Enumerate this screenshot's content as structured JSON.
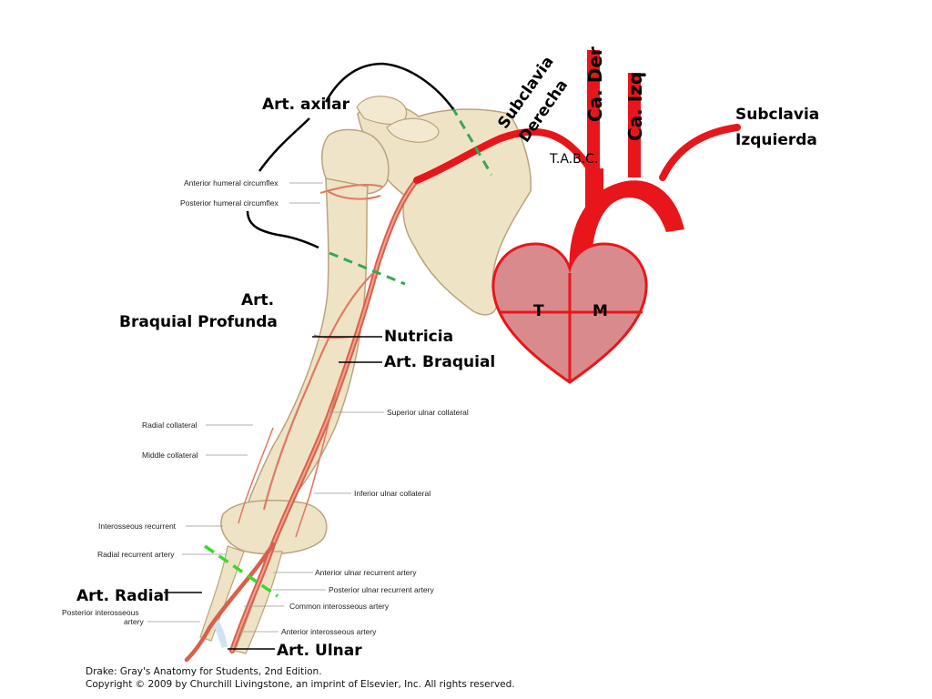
{
  "labels": {
    "art_axilar": "Art. axilar",
    "subclavia_derecha_1": "Subclavia",
    "subclavia_derecha_2": "Derecha",
    "ca_der": "Ca. Der",
    "ca_izq": "Ca. Izq",
    "subclavia_izquierda_1": "Subclavia",
    "subclavia_izquierda_2": "Izquierda",
    "tabc": "T.A.B.C.",
    "heart_t": "T",
    "heart_m": "M",
    "braquial_profunda_1": "Art.",
    "braquial_profunda_2": "Braquial Profunda",
    "nutricia": "Nutricia",
    "art_braquial": "Art. Braquial",
    "art_radial": "Art. Radial",
    "art_ulnar": "Art. Ulnar"
  },
  "small_labels": {
    "anterior_humeral_circumflex": "Anterior humeral circumflex",
    "posterior_humeral_circumflex": "Posterior humeral circumflex",
    "superior_ulnar_collateral": "Superior ulnar collateral",
    "radial_collateral": "Radial collateral",
    "middle_collateral": "Middle collateral",
    "inferior_ulnar_collateral": "Inferior ulnar collateral",
    "interosseous_recurrent": "Interosseous recurrent",
    "radial_recurrent_artery": "Radial recurrent artery",
    "anterior_ulnar_recurrent_artery": "Anterior ulnar recurrent artery",
    "posterior_ulnar_recurrent_artery": "Posterior ulnar recurrent artery",
    "common_interosseous_artery": "Common interosseous artery",
    "posterior_interosseous_artery_1": "Posterior interosseous",
    "posterior_interosseous_artery_2": "artery",
    "anterior_interosseous_artery": "Anterior interosseous artery"
  },
  "credit": {
    "line1": "Drake: Gray's Anatomy for Students, 2nd Edition.",
    "line2": "Copyright © 2009 by Churchill Livingstone, an imprint of Elsevier, Inc. All rights reserved."
  },
  "colors": {
    "artery": "#e8161b",
    "heart_fill": "#d98a8c",
    "bone": "#efe3c6",
    "bone_edge": "#b9a47d",
    "vessel": "#d9604a",
    "dash_green": "#33a853",
    "dash_bright": "#3bd82c"
  }
}
